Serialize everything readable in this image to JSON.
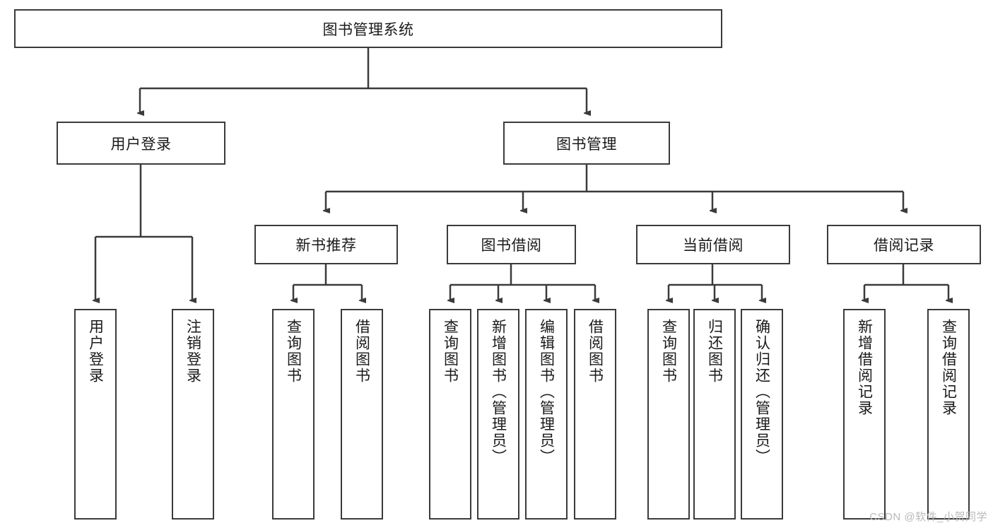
{
  "diagram": {
    "title": "图书管理系统",
    "watermark": "CSDN @软件_小贺同学",
    "root": {
      "label": "图书管理系统"
    },
    "level2": [
      {
        "label": "用户登录"
      },
      {
        "label": "图书管理"
      }
    ],
    "level3": [
      {
        "label": "新书推荐"
      },
      {
        "label": "图书借阅"
      },
      {
        "label": "当前借阅"
      },
      {
        "label": "借阅记录"
      }
    ],
    "leaves": {
      "user_login": [
        {
          "label": "用户登录"
        },
        {
          "label": "注销登录"
        }
      ],
      "new_book_recommend": [
        {
          "label": "查询图书"
        },
        {
          "label": "借阅图书"
        }
      ],
      "book_borrow": [
        {
          "label": "查询图书"
        },
        {
          "label": "新增图书（管理员）"
        },
        {
          "label": "编辑图书（管理员）"
        },
        {
          "label": "借阅图书"
        }
      ],
      "current_borrow": [
        {
          "label": "查询图书"
        },
        {
          "label": "归还图书"
        },
        {
          "label": "确认归还（管理员）"
        }
      ],
      "borrow_record": [
        {
          "label": "新增借阅记录"
        },
        {
          "label": "查询借阅记录"
        }
      ]
    },
    "colors": {
      "stroke": "#3b3b3b",
      "text": "#1a1a1a",
      "background": "#ffffff",
      "watermark": "#b9b9b9"
    }
  }
}
